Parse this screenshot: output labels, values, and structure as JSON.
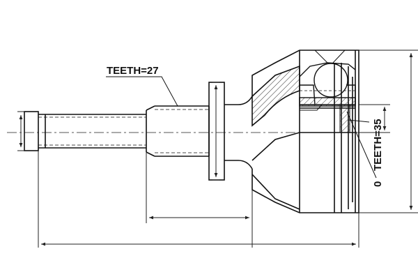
{
  "diagram": {
    "labels": {
      "teeth_shaft": "TEETH=27",
      "teeth_bell": "TEETH=35",
      "ring_callout": "0"
    },
    "colors": {
      "line": "#111111",
      "dim": "#222222",
      "center": "#555555",
      "hatch": "#333333",
      "background": "#ffffff"
    }
  }
}
